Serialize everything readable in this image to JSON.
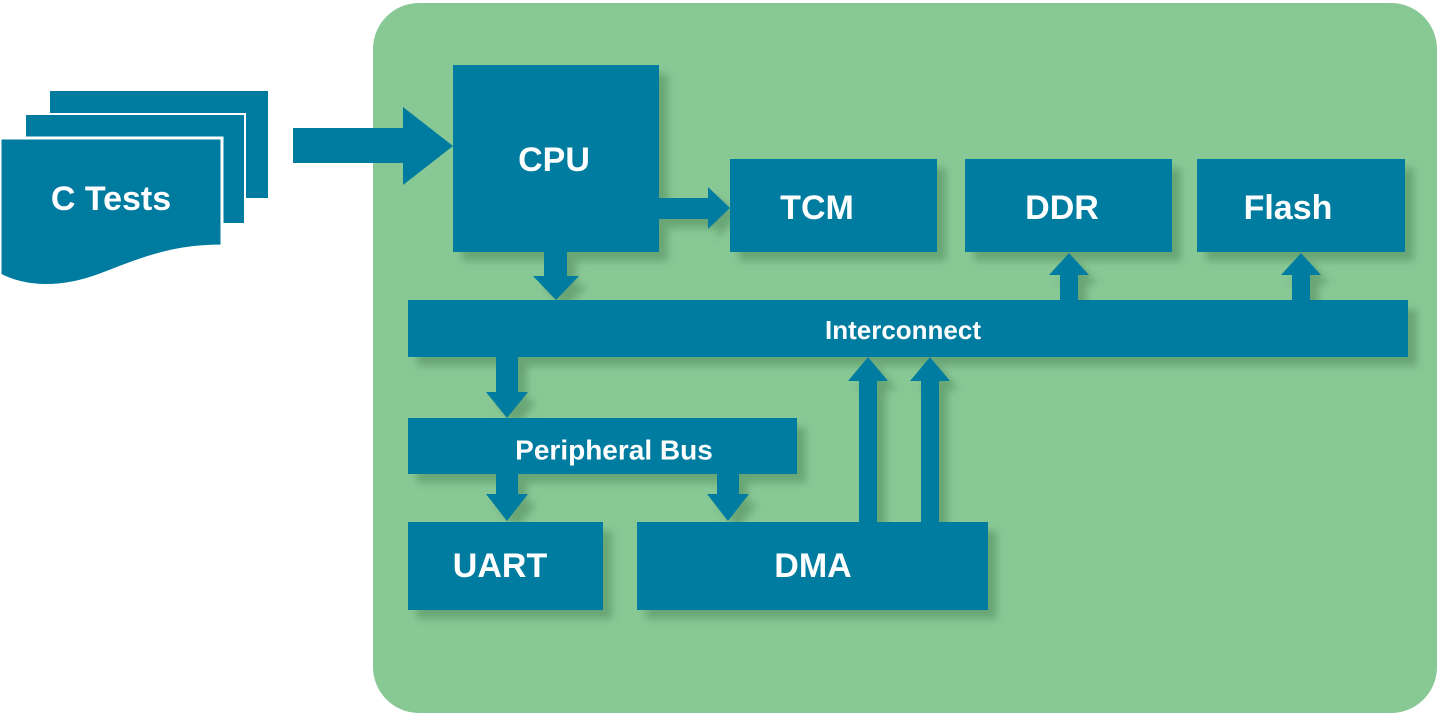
{
  "colors": {
    "panel": "#88c895",
    "block": "#007ba0",
    "text": "#ffffff",
    "shadow": "#5f9a6c",
    "background": "#ffffff"
  },
  "input": {
    "label": "C Tests",
    "icon": "document-stack-icon"
  },
  "blocks": {
    "cpu": "CPU",
    "tcm": "TCM",
    "ddr": "DDR",
    "flash": "Flash",
    "interconnect": "Interconnect",
    "peripheral_bus": "Peripheral Bus",
    "uart": "UART",
    "dma": "DMA"
  },
  "connections": [
    {
      "from": "C Tests",
      "to": "CPU"
    },
    {
      "from": "CPU",
      "to": "TCM"
    },
    {
      "from": "CPU",
      "to": "Interconnect"
    },
    {
      "from": "Interconnect",
      "to": "DDR"
    },
    {
      "from": "Interconnect",
      "to": "Flash"
    },
    {
      "from": "Interconnect",
      "to": "Peripheral Bus"
    },
    {
      "from": "Peripheral Bus",
      "to": "UART"
    },
    {
      "from": "Peripheral Bus",
      "to": "DMA"
    },
    {
      "from": "DMA",
      "to": "Interconnect"
    },
    {
      "from": "DMA",
      "to": "Interconnect"
    }
  ]
}
